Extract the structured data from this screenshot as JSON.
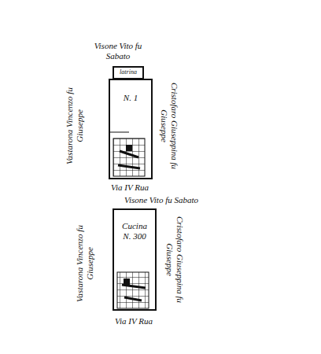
{
  "diagram": {
    "nodes": [
      {
        "text": [
          "latrina"
        ]
      },
      {
        "text": [
          "N. 1"
        ]
      },
      {
        "text": [
          "Cucina",
          "N. 300"
        ]
      }
    ],
    "labels": [
      "Visone Vito fu Sabato",
      "Vastarona Vincenzo fu Giuseppe",
      "Cristofaro Giuseppina fu Giuseppe",
      "Via IV Rua",
      "Visone Vito fu Sabato",
      "Vastarona Vincenzo fu Giuseppe",
      "Cristofaro Giuseppina fu Giuseppe",
      "Via IV Rua"
    ]
  }
}
